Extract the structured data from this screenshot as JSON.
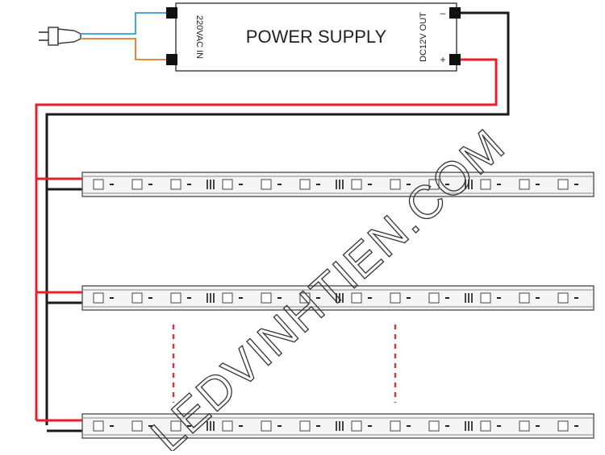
{
  "power_supply": {
    "title": "POWER SUPPLY",
    "input_label": "220VAC IN",
    "output_label": "DC12V OUT",
    "neg_symbol": "–",
    "pos_symbol": "+"
  },
  "watermark": {
    "text": "LEDVINHTIEN.COM"
  },
  "colors": {
    "positive_wire": "#e8202a",
    "negative_wire": "#1a1a1a",
    "ac_wire_blue": "#4aa6d8",
    "ac_wire_orange": "#e8873a",
    "continuation_dots": "#d23a3a",
    "strip_outline": "#555555",
    "strip_body": "#f4f4f4"
  },
  "strips": [
    {
      "id": "strip-1",
      "segments": 4,
      "has_extension": true
    },
    {
      "id": "strip-2",
      "segments": 4,
      "has_extension": true
    },
    {
      "id": "strip-3",
      "segments": 4,
      "has_extension": true
    }
  ]
}
